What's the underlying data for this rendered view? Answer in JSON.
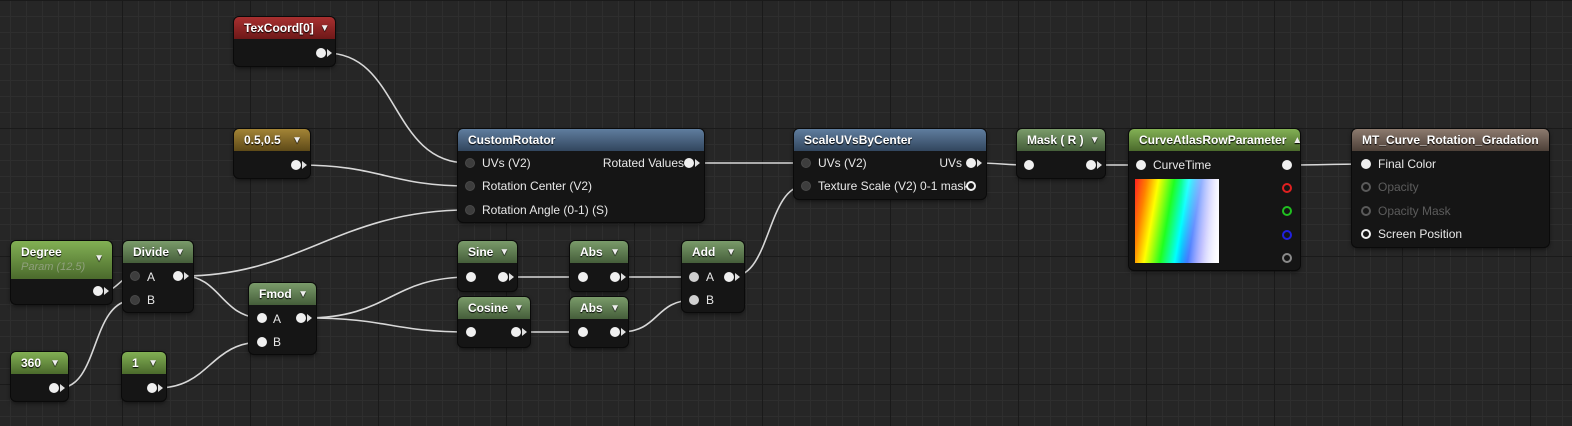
{
  "nodes": {
    "texcoord": {
      "title": "TexCoord[0]"
    },
    "const_05": {
      "title": "0.5,0.5"
    },
    "degree": {
      "title": "Degree",
      "subtitle": "Param (12.5)"
    },
    "c360": {
      "title": "360"
    },
    "c1": {
      "title": "1"
    },
    "divide": {
      "title": "Divide",
      "pin_a": "A",
      "pin_b": "B"
    },
    "fmod": {
      "title": "Fmod",
      "pin_a": "A",
      "pin_b": "B"
    },
    "sine": {
      "title": "Sine"
    },
    "cosine": {
      "title": "Cosine"
    },
    "abs1": {
      "title": "Abs"
    },
    "abs2": {
      "title": "Abs"
    },
    "add": {
      "title": "Add",
      "pin_a": "A",
      "pin_b": "B"
    },
    "rotator": {
      "title": "CustomRotator",
      "in_uvs": "UVs (V2)",
      "in_center": "Rotation Center (V2)",
      "in_angle": "Rotation Angle (0-1) (S)",
      "out": "Rotated Values"
    },
    "scale": {
      "title": "ScaleUVsByCenter",
      "in_uvs": "UVs (V2)",
      "in_scale": "Texture Scale (V2) 0-1 mask",
      "out": "UVs"
    },
    "mask": {
      "title": "Mask ( R )"
    },
    "curve": {
      "title": "CurveAtlasRowParameter",
      "in_time": "CurveTime"
    },
    "result": {
      "title": "MT_Curve_Rotation_Gradation",
      "final_color": "Final Color",
      "opacity": "Opacity",
      "opacity_mask": "Opacity Mask",
      "screen_position": "Screen Position"
    }
  },
  "colors": {
    "wire": "#d8d8d8",
    "grid_major": "#1a1a1a",
    "grid_minor": "#2e2e2e"
  },
  "icons": {
    "collapse": "triangle-down-icon",
    "expand": "triangle-up-icon"
  }
}
